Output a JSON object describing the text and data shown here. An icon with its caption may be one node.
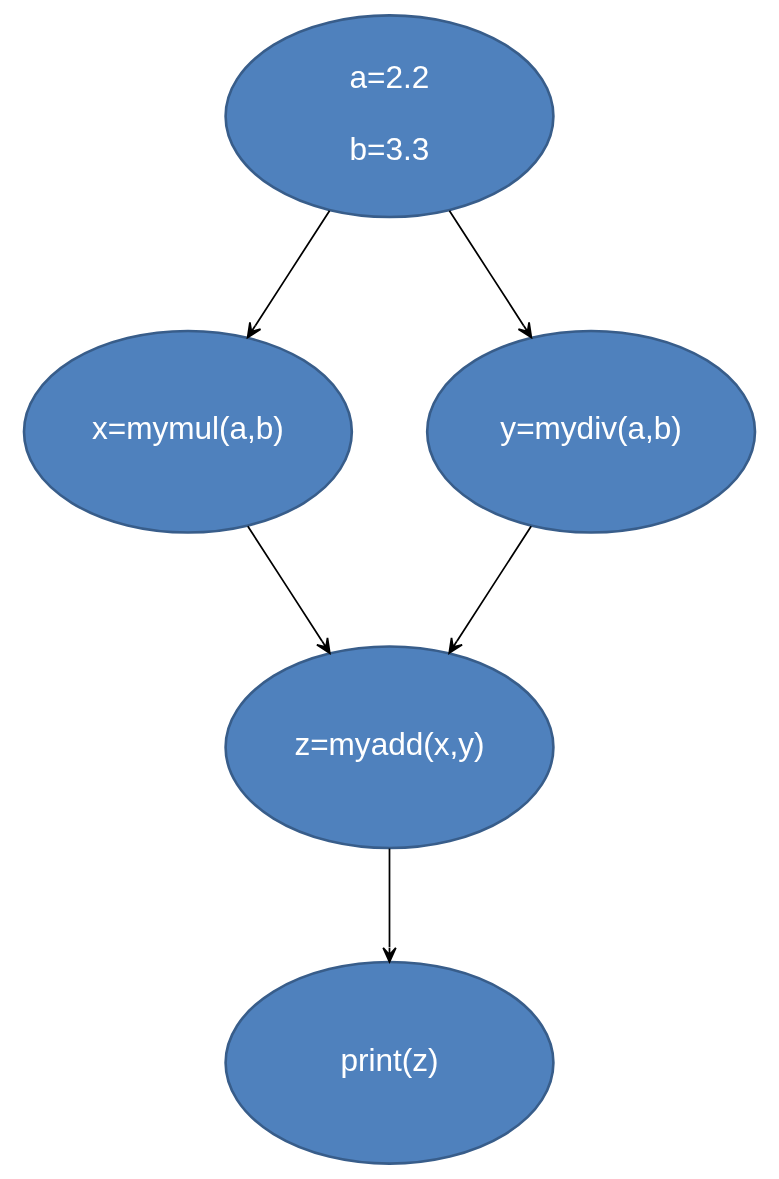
{
  "diagram": {
    "nodes": [
      {
        "text": [
          "a=2.2",
          "b=3.3"
        ]
      },
      {
        "text": [
          "x=mymul(a,b)"
        ]
      },
      {
        "text": [
          "y=mydiv(a,b)"
        ]
      },
      {
        "text": [
          "z=myadd(x,y)"
        ]
      },
      {
        "text": [
          "print(z)"
        ]
      }
    ],
    "edges": [
      {
        "from": 0,
        "to": 1,
        "arrow": "to"
      },
      {
        "from": 0,
        "to": 2,
        "arrow": "to"
      },
      {
        "from": 1,
        "to": 3,
        "arrow": "to"
      },
      {
        "from": 2,
        "to": 3,
        "arrow": "to"
      },
      {
        "from": 3,
        "to": 4,
        "arrow": "to"
      }
    ]
  }
}
